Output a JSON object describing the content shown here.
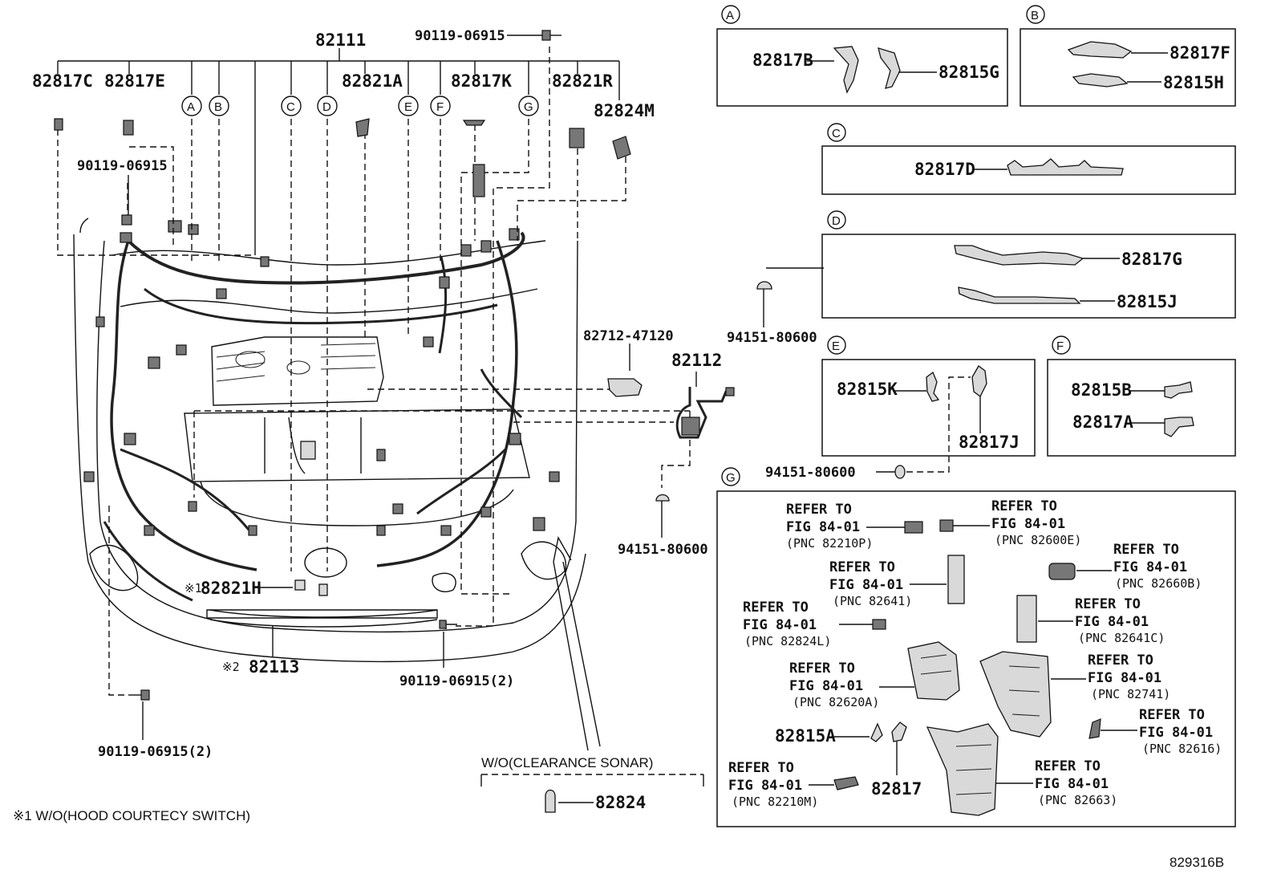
{
  "figure_code": "829316B",
  "footnote": "※1 W/O(HOOD COURTECY SWITCH)",
  "main": {
    "harness": "82111",
    "bolt_top": "90119-06915",
    "p82817C": "82817C",
    "p82817E": "82817E",
    "bolt_left": "90119-06915",
    "p82821A": "82821A",
    "p82817K": "82817K",
    "p82821R": "82821R",
    "p82824M": "82824M",
    "callouts": [
      "A",
      "B",
      "C",
      "D",
      "E",
      "F",
      "G"
    ],
    "p82821H": "82821H",
    "p82821H_mark": "※1",
    "p82113": "82113",
    "p82113_mark": "※2",
    "bolt_bottom_mid": "90119-06915(2)",
    "bolt_bottom_left": "90119-06915(2)",
    "p82712": "82712-47120",
    "p82112": "82112",
    "clip1": "94151-80600",
    "clip2": "94151-80600",
    "clip3": "94151-80600",
    "sonar_caption": "W/O(CLEARANCE SONAR)",
    "p82824": "82824"
  },
  "panel_A": {
    "label": "A",
    "parts": [
      "82817B",
      "82815G"
    ]
  },
  "panel_B": {
    "label": "B",
    "parts": [
      "82817F",
      "82815H"
    ]
  },
  "panel_C": {
    "label": "C",
    "parts": [
      "82817D"
    ]
  },
  "panel_D": {
    "label": "D",
    "parts": [
      "82817G",
      "82815J"
    ]
  },
  "panel_E": {
    "label": "E",
    "parts": [
      "82815K",
      "82817J"
    ]
  },
  "panel_F": {
    "label": "F",
    "parts": [
      "82815B",
      "82817A"
    ]
  },
  "panel_G": {
    "label": "G",
    "refs": [
      {
        "l1": "REFER TO",
        "l2": "FIG 84-01",
        "pnc": "(PNC 82210P)"
      },
      {
        "l1": "REFER TO",
        "l2": "FIG 84-01",
        "pnc": "(PNC 82600E)"
      },
      {
        "l1": "REFER TO",
        "l2": "FIG 84-01",
        "pnc": "(PNC 82641)"
      },
      {
        "l1": "REFER TO",
        "l2": "FIG 84-01",
        "pnc": "(PNC 82660B)"
      },
      {
        "l1": "REFER TO",
        "l2": "FIG 84-01",
        "pnc": "(PNC 82824L)"
      },
      {
        "l1": "REFER TO",
        "l2": "FIG 84-01",
        "pnc": "(PNC 82641C)"
      },
      {
        "l1": "REFER TO",
        "l2": "FIG 84-01",
        "pnc": "(PNC 82620A)"
      },
      {
        "l1": "REFER TO",
        "l2": "FIG 84-01",
        "pnc": "(PNC 82741)"
      },
      {
        "l1": "REFER TO",
        "l2": "FIG 84-01",
        "pnc": "(PNC 82616)"
      },
      {
        "l1": "REFER TO",
        "l2": "FIG 84-01",
        "pnc": "(PNC 82210M)"
      },
      {
        "l1": "REFER TO",
        "l2": "FIG 84-01",
        "pnc": "(PNC 82663)"
      }
    ],
    "parts": [
      "82815A",
      "82817"
    ]
  }
}
